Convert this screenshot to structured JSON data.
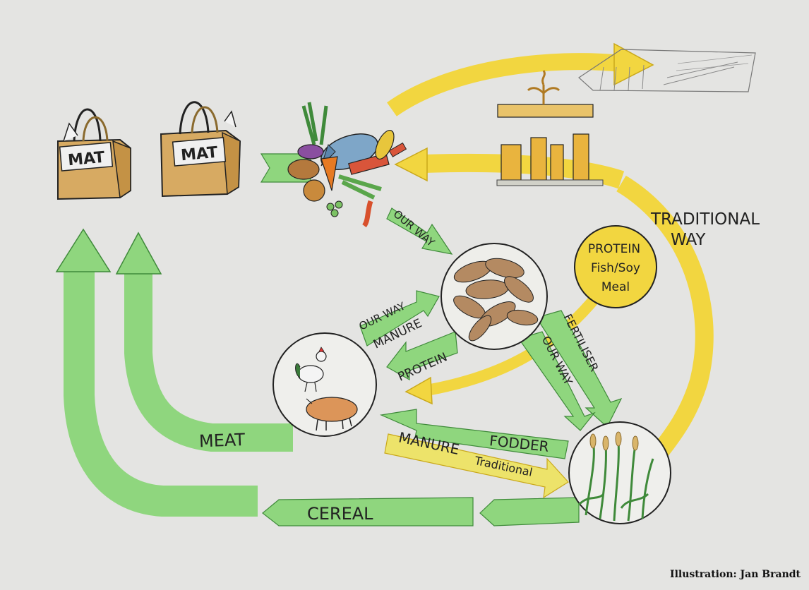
{
  "bags": [
    {
      "label": "MAT"
    },
    {
      "label": "MAT"
    }
  ],
  "arrows": {
    "meat": "MEAT",
    "cereal": "CEREAL",
    "fodder": "FODDER",
    "manure_traditional": "MANURE",
    "traditional_tag": "Traditional",
    "protein": "PROTEIN",
    "our_way_manure_top": "OUR WAY",
    "our_way_manure": "MANURE",
    "our_way_food": "OUR WAY",
    "fertiliser": "FERTILISER",
    "our_way_fert": "OUR WAY"
  },
  "traditional_way": {
    "line1": "TRADITIONAL",
    "line2": "WAY"
  },
  "protein_circle": {
    "line1": "PROTEIN",
    "line2": "Fish/Soy",
    "line3": "Meal"
  },
  "credit": "Illustration: Jan Brandt",
  "colors": {
    "green": "#8fd67e",
    "green_dark": "#3f8a3a",
    "yellow": "#f2d640",
    "yellow_dark": "#c9a81b",
    "paper": "#e4e4e2",
    "bag": "#d7aa62"
  }
}
